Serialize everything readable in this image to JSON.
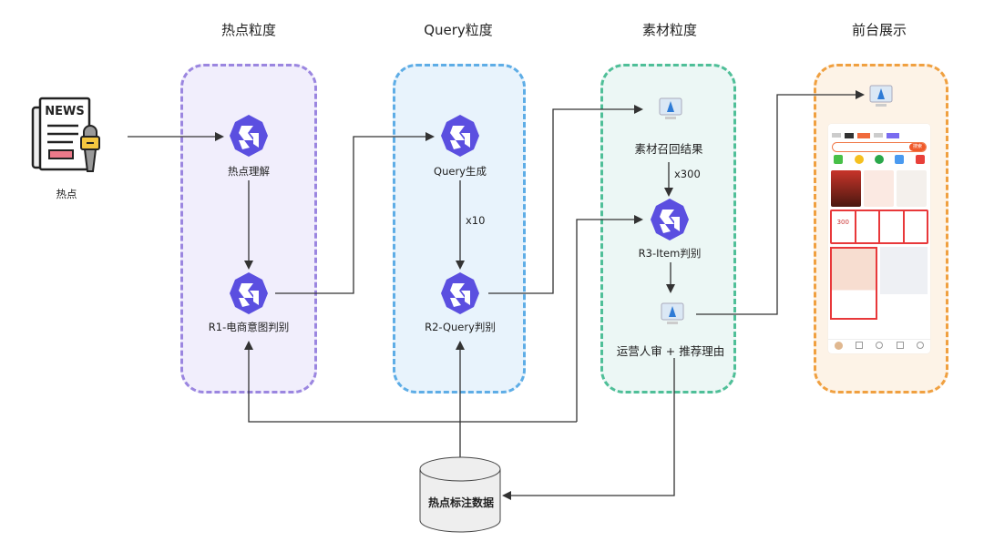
{
  "columns": [
    {
      "id": "hotspot",
      "title": "热点粒度",
      "color": "#9b86e0"
    },
    {
      "id": "query",
      "title": "Query粒度",
      "color": "#5eade6"
    },
    {
      "id": "material",
      "title": "素材粒度",
      "color": "#4fbf98"
    },
    {
      "id": "frontend",
      "title": "前台展示",
      "color": "#f0a040"
    }
  ],
  "source": {
    "icon": "newspaper-microphone-icon",
    "badge": "NEWS",
    "label": "热点"
  },
  "nodes": {
    "hotspot_understanding": {
      "icon": "qwen-logo-icon",
      "label": "热点理解"
    },
    "r1": {
      "icon": "qwen-logo-icon",
      "label": "R1-电商意图判别"
    },
    "query_gen": {
      "icon": "qwen-logo-icon",
      "label": "Query生成"
    },
    "r2": {
      "icon": "qwen-logo-icon",
      "label": "R2-Query判别"
    },
    "material_recall": {
      "icon": "monitor-icon",
      "label": "素材召回结果"
    },
    "r3": {
      "icon": "qwen-logo-icon",
      "label": "R3-Item判别"
    },
    "human_review": {
      "icon": "monitor-icon",
      "label": "运营人审 + 推荐理由"
    },
    "frontend_display": {
      "icon": "monitor-icon"
    },
    "database": {
      "icon": "database-cylinder-icon",
      "label": "热点标注数据"
    }
  },
  "edge_labels": {
    "query_multiplier": "x10",
    "material_multiplier": "x300"
  },
  "phone_mock": {
    "price_tag": "300",
    "search_button": "搜索"
  },
  "colors": {
    "qwen": "#5b4fe0",
    "wire": "#333333"
  }
}
